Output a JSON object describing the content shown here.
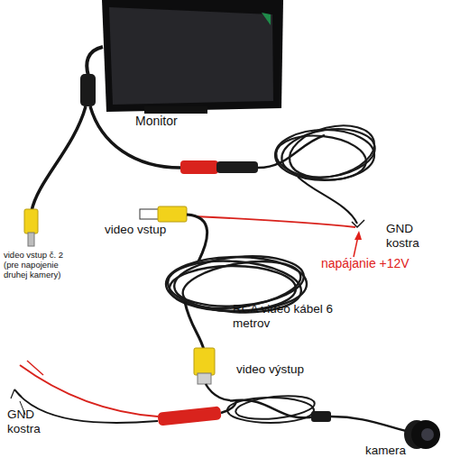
{
  "diagram": {
    "labels": [
      "Monitor",
      "video vstup č. 2 (pre napojenie druhej kamery)",
      "video vstup",
      "GND kostra",
      "napájanie +12V",
      "RCA video kábel 6 metrov",
      "video výstup",
      "GND kostra",
      "kamera"
    ]
  }
}
